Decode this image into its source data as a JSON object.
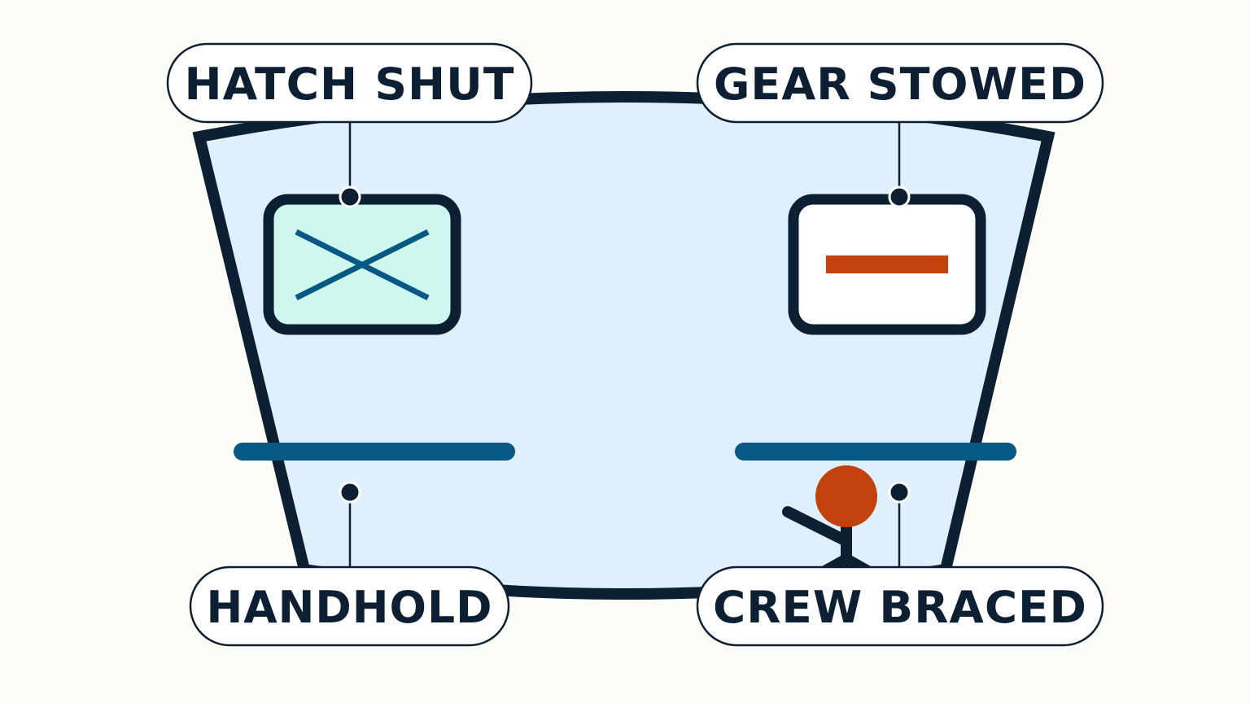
{
  "colors": {
    "background": "#fdfcf7",
    "outline": "#0c1f33",
    "hull_fill": "#dff0fd",
    "hatch_fill": "#cdf7ef",
    "accent_blue": "#075885",
    "accent_orange": "#c2410c",
    "panel_fill": "#ffffff"
  },
  "callouts": {
    "hatch_shut": "HATCH SHUT",
    "gear_stowed": "GEAR STOWED",
    "handhold": "HANDHOLD",
    "crew_braced": "CREW BRACED"
  },
  "icons": {
    "hatch": "x-mark-icon",
    "gear": "minus-bar-icon",
    "crew": "person-figure-icon"
  }
}
